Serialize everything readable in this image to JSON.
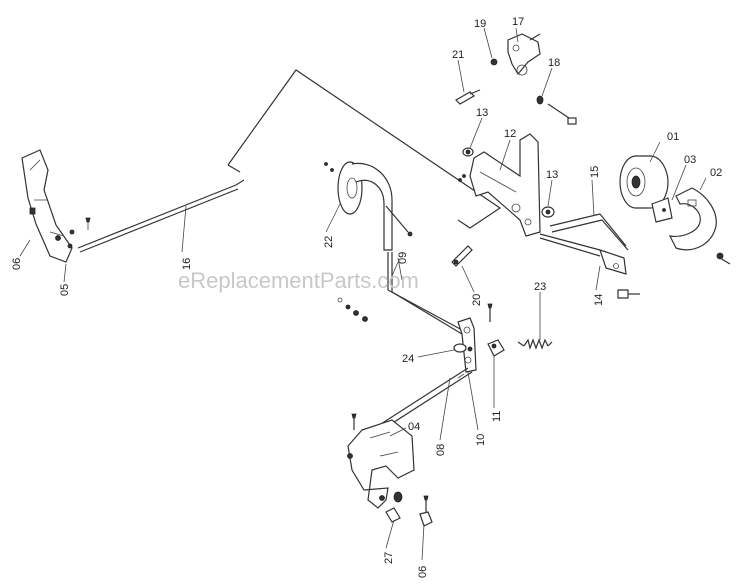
{
  "watermark": "eReplacementParts.com",
  "callouts": [
    {
      "id": "c01",
      "text": "01"
    },
    {
      "id": "c02",
      "text": "02"
    },
    {
      "id": "c03",
      "text": "03"
    },
    {
      "id": "c04",
      "text": "04"
    },
    {
      "id": "c05",
      "text": "05"
    },
    {
      "id": "c06a",
      "text": "06"
    },
    {
      "id": "c06b",
      "text": "06"
    },
    {
      "id": "c08",
      "text": "08"
    },
    {
      "id": "c09",
      "text": "09"
    },
    {
      "id": "c10",
      "text": "10"
    },
    {
      "id": "c11",
      "text": "11"
    },
    {
      "id": "c12",
      "text": "12"
    },
    {
      "id": "c13a",
      "text": "13"
    },
    {
      "id": "c13b",
      "text": "13"
    },
    {
      "id": "c14",
      "text": "14"
    },
    {
      "id": "c15",
      "text": "15"
    },
    {
      "id": "c16",
      "text": "16"
    },
    {
      "id": "c17",
      "text": "17"
    },
    {
      "id": "c18",
      "text": "18"
    },
    {
      "id": "c19",
      "text": "19"
    },
    {
      "id": "c20",
      "text": "20"
    },
    {
      "id": "c21",
      "text": "21"
    },
    {
      "id": "c22",
      "text": "22"
    },
    {
      "id": "c23",
      "text": "23"
    },
    {
      "id": "c24",
      "text": "24"
    },
    {
      "id": "c27",
      "text": "27"
    }
  ]
}
